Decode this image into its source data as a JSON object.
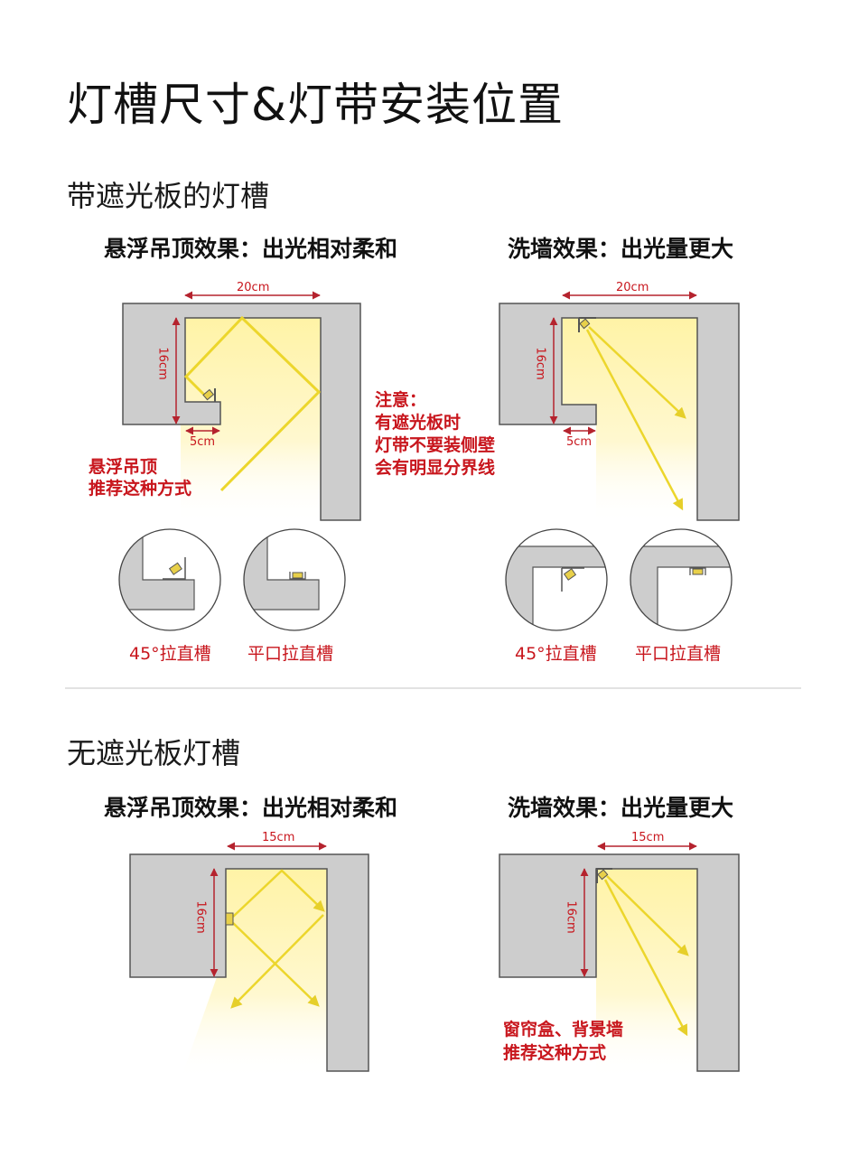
{
  "page": {
    "title": "灯槽尺寸&灯带安装位置",
    "colors": {
      "wall_gray": "#cdcdcd",
      "wall_stroke": "#555555",
      "dimension_red": "#c8161d",
      "light_yellow": "#fff6b8",
      "ray_yellow": "#ecd62c",
      "text_black": "#111111"
    }
  },
  "section1": {
    "heading": "带遮光板的灯槽",
    "left": {
      "subtitle": "悬浮吊顶效果：出光相对柔和",
      "dim_width": "20cm",
      "dim_height": "16cm",
      "dim_lip": "5cm",
      "recommend_line1": "悬浮吊顶",
      "recommend_line2": "推荐这种方式",
      "detail_45_label": "45°拉直槽",
      "detail_flat_label": "平口拉直槽"
    },
    "note": {
      "line1": "注意：",
      "line2": "有遮光板时",
      "line3": "灯带不要装侧壁",
      "line4": "会有明显分界线"
    },
    "right": {
      "subtitle": "洗墙效果：出光量更大",
      "dim_width": "20cm",
      "dim_height": "16cm",
      "dim_lip": "5cm",
      "detail_45_label": "45°拉直槽",
      "detail_flat_label": "平口拉直槽"
    }
  },
  "section2": {
    "heading": "无遮光板灯槽",
    "left": {
      "subtitle": "悬浮吊顶效果：出光相对柔和",
      "dim_width": "15cm",
      "dim_height": "16cm"
    },
    "right": {
      "subtitle": "洗墙效果：出光量更大",
      "dim_width": "15cm",
      "dim_height": "16cm",
      "recommend_line1": "窗帘盒、背景墙",
      "recommend_line2": "推荐这种方式"
    }
  }
}
